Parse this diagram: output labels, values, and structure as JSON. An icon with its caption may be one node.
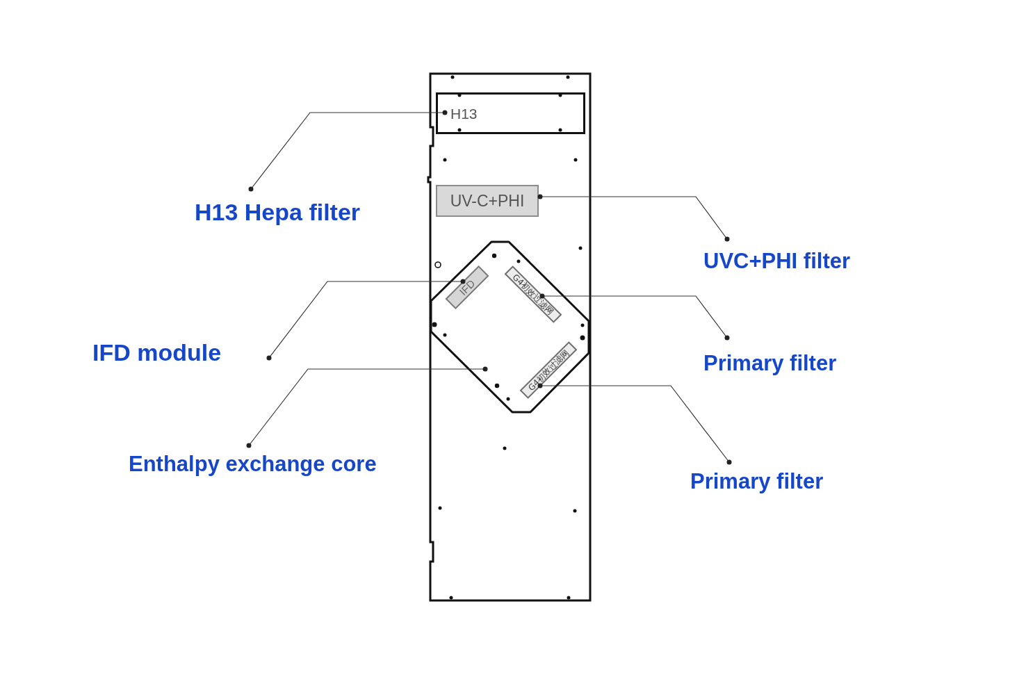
{
  "diagram": {
    "nodes": [
      {
        "text": [],
        "shape": "box"
      },
      {
        "text": [
          "H13"
        ],
        "in": 0
      },
      {
        "text": [
          "UV-C+PHI"
        ],
        "in": 0
      },
      {
        "text": [],
        "shape": "octagon",
        "in": 0
      },
      {
        "text": [
          "IFD"
        ],
        "in": 3
      },
      {
        "text": [
          "G4初效过滤网"
        ],
        "in": 3
      },
      {
        "text": [
          "G4初效过滤网"
        ],
        "in": 3
      },
      {
        "text": [
          "H13 Hepa filter"
        ]
      },
      {
        "text": [
          "UVC+PHI filter"
        ]
      },
      {
        "text": [
          "IFD module"
        ]
      },
      {
        "text": [
          "Primary filter"
        ]
      },
      {
        "text": [
          "Enthalpy exchange core"
        ]
      },
      {
        "text": [
          "Primary filter"
        ]
      }
    ],
    "edges": [
      {
        "from": 7,
        "to": 1,
        "arrow": "other"
      },
      {
        "from": 8,
        "to": 2,
        "arrow": "other"
      },
      {
        "from": 9,
        "to": 4,
        "arrow": "other"
      },
      {
        "from": 10,
        "to": 5,
        "arrow": "other"
      },
      {
        "from": 11,
        "to": 3,
        "arrow": "other"
      },
      {
        "from": 12,
        "to": 6,
        "arrow": "other"
      }
    ]
  }
}
